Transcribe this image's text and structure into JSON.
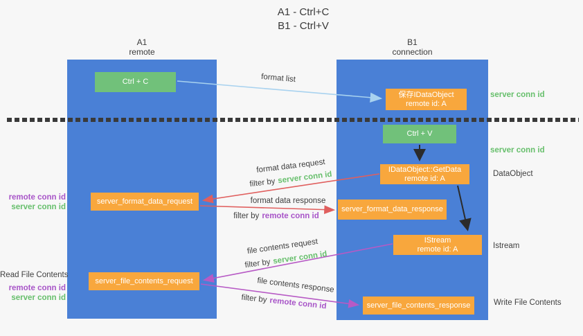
{
  "title": {
    "line1": "A1 - Ctrl+C",
    "line2": "B1 - Ctrl+V"
  },
  "lifelines": {
    "left": {
      "name": "A1",
      "subtitle": "remote"
    },
    "right": {
      "name": "B1",
      "subtitle": "connection"
    }
  },
  "nodes": {
    "ctrl_c": {
      "label": "Ctrl + C"
    },
    "save_idataobject": {
      "line1": "保存IDataObject",
      "line2": "remote id: A"
    },
    "ctrl_v": {
      "label": "Ctrl + V"
    },
    "getdata": {
      "line1": "IDataObject::GetData",
      "line2": "remote id: A"
    },
    "format_request": {
      "label": "server_format_data_request"
    },
    "format_response": {
      "label": "server_format_data_response"
    },
    "istream": {
      "line1": "IStream",
      "line2": "remote id: A"
    },
    "file_request": {
      "label": "server_file_contents_request"
    },
    "file_response": {
      "label": "server_file_contents_response"
    }
  },
  "flow_labels": {
    "format_list": "format list",
    "format_data_request": "format data request",
    "format_data_request_filter": {
      "prefix": "filter by",
      "key": "server conn id"
    },
    "format_data_response": "format data response",
    "format_data_response_filter": {
      "prefix": "filter by",
      "key": "remote conn id"
    },
    "file_contents_request": "file contents request",
    "file_contents_request_filter": {
      "prefix": "filter by",
      "key": "server conn id"
    },
    "file_contents_response": "file contents response",
    "file_contents_response_filter": {
      "prefix": "filter by",
      "key": "remote conn id"
    }
  },
  "side_labels": {
    "right_server_conn_id_top": "server conn id",
    "right_server_conn_id_mid": "server conn id",
    "dataobject": "DataObject",
    "istream": "Istream",
    "write_file_contents": "Write File Contents",
    "left_remote_conn_id_top": "remote conn id",
    "left_server_conn_id_top": "server conn id",
    "read_file_contents": "Read File Contents",
    "left_remote_conn_id_bottom": "remote conn id",
    "left_server_conn_id_bottom": "server conn id"
  },
  "colors": {
    "lifeline_blue": "#4a80d6",
    "action_green": "#71c17a",
    "message_orange": "#f8a73d",
    "server_conn_id_green": "#67bf6c",
    "remote_conn_id_purple": "#a855c8",
    "format_arrow_red": "#e05f5e",
    "file_arrow_purple": "#b75ac5",
    "format_list_arrow_blue": "#a8d2ef",
    "plain_arrow_black": "#2b2b2b"
  }
}
